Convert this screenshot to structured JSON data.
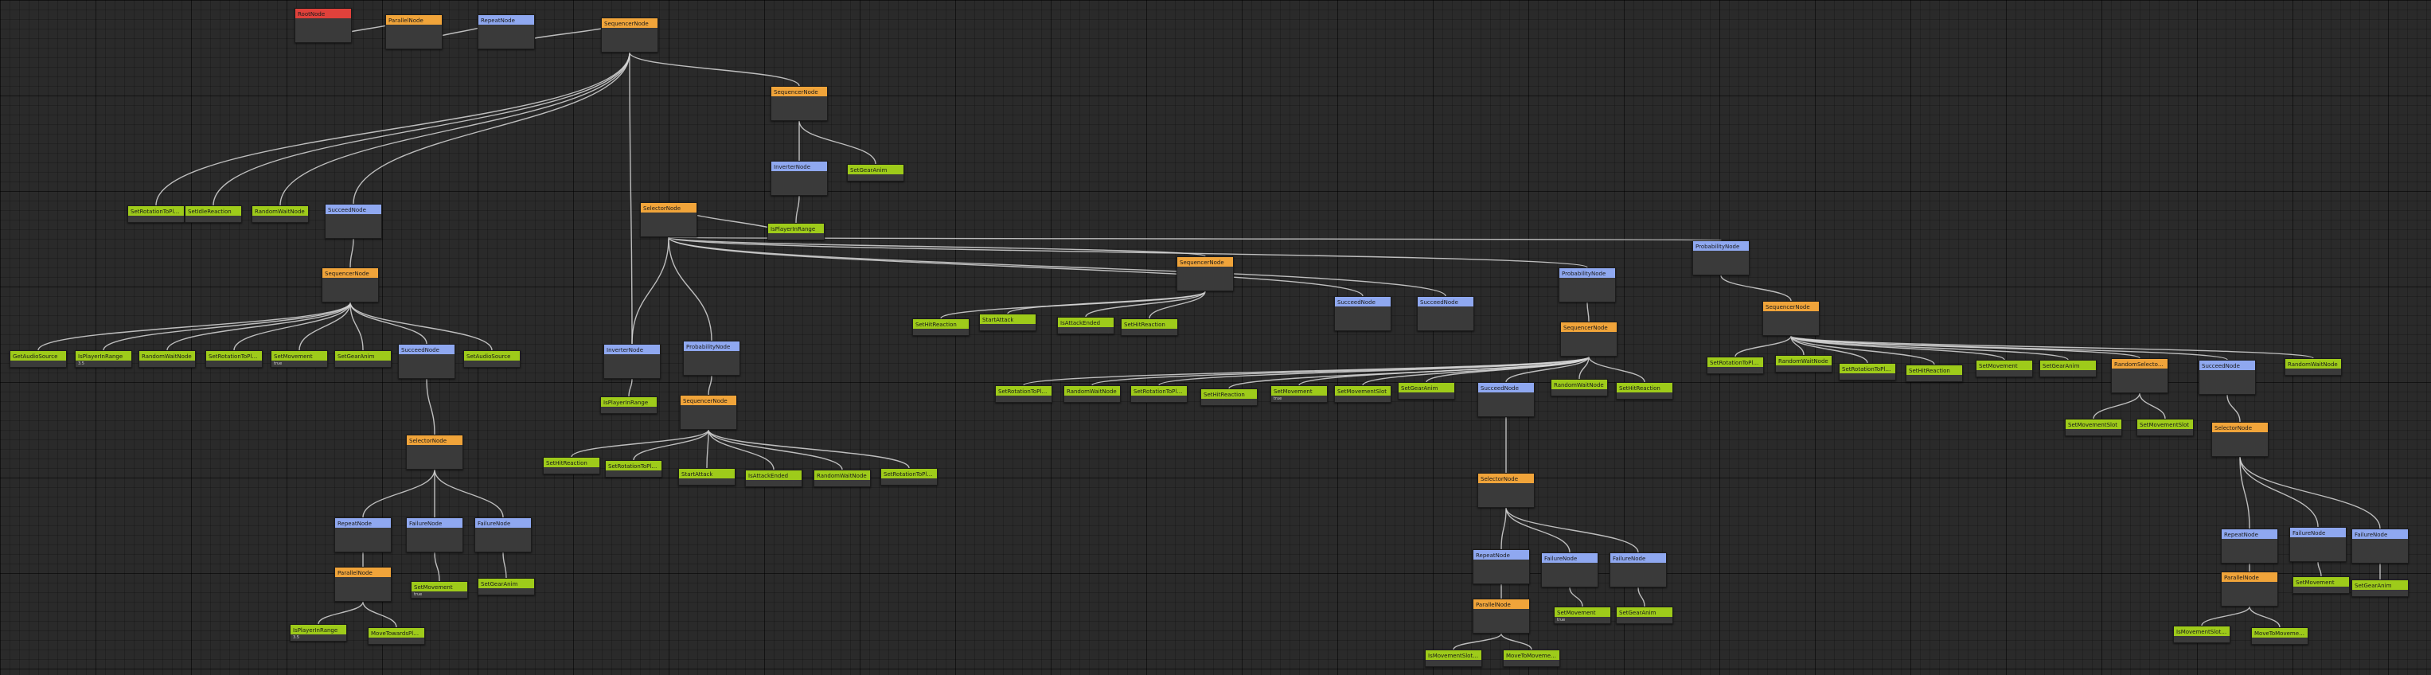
{
  "colors": {
    "root": "#e0413b",
    "composite": "#f0a43a",
    "decorator": "#8fa8f0",
    "leaf": "#9ecb1a",
    "edge": "#d8d8d8"
  },
  "nodes": [
    {
      "id": "n0",
      "label": "RootNode",
      "kind": "root"
    },
    {
      "id": "n1",
      "label": "ParallelNode",
      "kind": "composite"
    },
    {
      "id": "n2",
      "label": "RepeatNode",
      "kind": "decorator"
    },
    {
      "id": "n3",
      "label": "SequencerNode",
      "kind": "composite"
    },
    {
      "id": "n4",
      "label": "SequencerNode",
      "kind": "composite"
    },
    {
      "id": "n5",
      "label": "InverterNode",
      "kind": "decorator"
    },
    {
      "id": "n6",
      "label": "SetGearAnim",
      "kind": "leaf"
    },
    {
      "id": "n7",
      "label": "IsPlayerInRange",
      "kind": "leaf"
    },
    {
      "id": "n8",
      "label": "SetRotationToPlayer",
      "kind": "leaf"
    },
    {
      "id": "n9",
      "label": "SetIdleReaction",
      "kind": "leaf"
    },
    {
      "id": "n10",
      "label": "RandomWaitNode",
      "kind": "leaf"
    },
    {
      "id": "n11",
      "label": "SucceedNode",
      "kind": "decorator"
    },
    {
      "id": "n12",
      "label": "SelectorNode",
      "kind": "composite"
    },
    {
      "id": "n13",
      "label": "SequencerNode",
      "kind": "composite"
    },
    {
      "id": "n14",
      "label": "GetAudioSource",
      "kind": "leaf"
    },
    {
      "id": "n15",
      "label": "IsPlayerInRange",
      "kind": "leaf",
      "sub": "3.5"
    },
    {
      "id": "n16",
      "label": "RandomWaitNode",
      "kind": "leaf"
    },
    {
      "id": "n17",
      "label": "SetRotationToPlayer",
      "kind": "leaf"
    },
    {
      "id": "n18",
      "label": "SetMovement",
      "kind": "leaf",
      "sub": "true"
    },
    {
      "id": "n19",
      "label": "SetGearAnim",
      "kind": "leaf"
    },
    {
      "id": "n20",
      "label": "SucceedNode",
      "kind": "decorator"
    },
    {
      "id": "n21",
      "label": "SetAudioSource",
      "kind": "leaf"
    },
    {
      "id": "n22",
      "label": "SelectorNode",
      "kind": "composite"
    },
    {
      "id": "n23",
      "label": "RepeatNode",
      "kind": "decorator"
    },
    {
      "id": "n24",
      "label": "FailureNode",
      "kind": "decorator"
    },
    {
      "id": "n25",
      "label": "FailureNode",
      "kind": "decorator"
    },
    {
      "id": "n26",
      "label": "ParallelNode",
      "kind": "composite"
    },
    {
      "id": "n27",
      "label": "SetMovement",
      "kind": "leaf",
      "sub": "true"
    },
    {
      "id": "n28",
      "label": "SetGearAnim",
      "kind": "leaf"
    },
    {
      "id": "n29",
      "label": "IsPlayerInRange",
      "kind": "leaf",
      "sub": "3.5"
    },
    {
      "id": "n30",
      "label": "MoveTowardsPlayer",
      "kind": "leaf"
    },
    {
      "id": "n31",
      "label": "InverterNode",
      "kind": "decorator"
    },
    {
      "id": "n32",
      "label": "ProbabilityNode",
      "kind": "decorator"
    },
    {
      "id": "n33",
      "label": "IsPlayerInRange",
      "kind": "leaf"
    },
    {
      "id": "n34",
      "label": "SequencerNode",
      "kind": "composite"
    },
    {
      "id": "n35",
      "label": "SetHitReaction",
      "kind": "leaf"
    },
    {
      "id": "n36",
      "label": "SetRotationToPlayer",
      "kind": "leaf"
    },
    {
      "id": "n37",
      "label": "StartAttack",
      "kind": "leaf"
    },
    {
      "id": "n38",
      "label": "IsAttackEnded",
      "kind": "leaf"
    },
    {
      "id": "n39",
      "label": "RandomWaitNode",
      "kind": "leaf"
    },
    {
      "id": "n40",
      "label": "SetRotationToPlayer",
      "kind": "leaf"
    },
    {
      "id": "n41",
      "label": "SequencerNode",
      "kind": "composite"
    },
    {
      "id": "n42",
      "label": "SetHitReaction",
      "kind": "leaf"
    },
    {
      "id": "n43",
      "label": "StartAttack",
      "kind": "leaf"
    },
    {
      "id": "n44",
      "label": "IsAttackEnded",
      "kind": "leaf"
    },
    {
      "id": "n45",
      "label": "SetHitReaction",
      "kind": "leaf"
    },
    {
      "id": "n46",
      "label": "SucceedNode",
      "kind": "decorator"
    },
    {
      "id": "n47",
      "label": "SucceedNode",
      "kind": "decorator"
    },
    {
      "id": "n48",
      "label": "ProbabilityNode",
      "kind": "decorator"
    },
    {
      "id": "n49",
      "label": "ProbabilityNode",
      "kind": "decorator"
    },
    {
      "id": "n50",
      "label": "SequencerNode",
      "kind": "composite"
    },
    {
      "id": "n51",
      "label": "SetRotationToPlayer",
      "kind": "leaf"
    },
    {
      "id": "n52",
      "label": "RandomWaitNode",
      "kind": "leaf"
    },
    {
      "id": "n53",
      "label": "SetRotationToPlayer",
      "kind": "leaf"
    },
    {
      "id": "n54",
      "label": "SetHitReaction",
      "kind": "leaf"
    },
    {
      "id": "n55",
      "label": "SetMovement",
      "kind": "leaf",
      "sub": "true"
    },
    {
      "id": "n56",
      "label": "SetMovementSlot",
      "kind": "leaf"
    },
    {
      "id": "n57",
      "label": "SetGearAnim",
      "kind": "leaf"
    },
    {
      "id": "n58",
      "label": "SucceedNode",
      "kind": "decorator"
    },
    {
      "id": "n59",
      "label": "RandomWaitNode",
      "kind": "leaf"
    },
    {
      "id": "n60",
      "label": "SetHitReaction",
      "kind": "leaf"
    },
    {
      "id": "n61",
      "label": "SelectorNode",
      "kind": "composite"
    },
    {
      "id": "n62",
      "label": "RepeatNode",
      "kind": "decorator"
    },
    {
      "id": "n63",
      "label": "FailureNode",
      "kind": "decorator"
    },
    {
      "id": "n64",
      "label": "FailureNode",
      "kind": "decorator"
    },
    {
      "id": "n65",
      "label": "ParallelNode",
      "kind": "composite"
    },
    {
      "id": "n66",
      "label": "SetMovement",
      "kind": "leaf",
      "sub": "true"
    },
    {
      "id": "n67",
      "label": "SetGearAnim",
      "kind": "leaf"
    },
    {
      "id": "n68",
      "label": "IsMovementSlotInRange",
      "kind": "leaf"
    },
    {
      "id": "n69",
      "label": "MoveToMovementSlot",
      "kind": "leaf"
    },
    {
      "id": "n70",
      "label": "SequencerNode",
      "kind": "composite"
    },
    {
      "id": "n71",
      "label": "SetRotationToPlayer",
      "kind": "leaf"
    },
    {
      "id": "n72",
      "label": "RandomWaitNode",
      "kind": "leaf"
    },
    {
      "id": "n73",
      "label": "SetRotationToPlayer",
      "kind": "leaf"
    },
    {
      "id": "n74",
      "label": "SetHitReaction",
      "kind": "leaf"
    },
    {
      "id": "n75",
      "label": "SetMovement",
      "kind": "leaf"
    },
    {
      "id": "n76",
      "label": "SetGearAnim",
      "kind": "leaf"
    },
    {
      "id": "n77",
      "label": "RandomSelectorNode",
      "kind": "composite"
    },
    {
      "id": "n78",
      "label": "SucceedNode",
      "kind": "decorator"
    },
    {
      "id": "n79",
      "label": "RandomWaitNode",
      "kind": "leaf"
    },
    {
      "id": "n80",
      "label": "SetMovementSlot",
      "kind": "leaf"
    },
    {
      "id": "n81",
      "label": "SetMovementSlot",
      "kind": "leaf"
    },
    {
      "id": "n82",
      "label": "SelectorNode",
      "kind": "composite"
    },
    {
      "id": "n83",
      "label": "RepeatNode",
      "kind": "decorator"
    },
    {
      "id": "n84",
      "label": "FailureNode",
      "kind": "decorator"
    },
    {
      "id": "n85",
      "label": "FailureNode",
      "kind": "decorator"
    },
    {
      "id": "n86",
      "label": "ParallelNode",
      "kind": "composite"
    },
    {
      "id": "n87",
      "label": "SetMovement",
      "kind": "leaf"
    },
    {
      "id": "n88",
      "label": "SetGearAnim",
      "kind": "leaf"
    },
    {
      "id": "n89",
      "label": "IsMovementSlotInRange",
      "kind": "leaf"
    },
    {
      "id": "n90",
      "label": "MoveToMovementSlot",
      "kind": "leaf"
    }
  ],
  "edges": [
    [
      "n0",
      "n1"
    ],
    [
      "n1",
      "n2"
    ],
    [
      "n2",
      "n3"
    ],
    [
      "n3",
      "n4"
    ],
    [
      "n3",
      "n8"
    ],
    [
      "n3",
      "n9"
    ],
    [
      "n3",
      "n10"
    ],
    [
      "n3",
      "n11"
    ],
    [
      "n3",
      "n31"
    ],
    [
      "n4",
      "n5"
    ],
    [
      "n4",
      "n6"
    ],
    [
      "n5",
      "n7"
    ],
    [
      "n7",
      "n12"
    ],
    [
      "n11",
      "n13"
    ],
    [
      "n13",
      "n14"
    ],
    [
      "n13",
      "n15"
    ],
    [
      "n13",
      "n16"
    ],
    [
      "n13",
      "n17"
    ],
    [
      "n13",
      "n18"
    ],
    [
      "n13",
      "n19"
    ],
    [
      "n13",
      "n20"
    ],
    [
      "n13",
      "n21"
    ],
    [
      "n20",
      "n22"
    ],
    [
      "n22",
      "n23"
    ],
    [
      "n22",
      "n24"
    ],
    [
      "n22",
      "n25"
    ],
    [
      "n23",
      "n26"
    ],
    [
      "n24",
      "n27"
    ],
    [
      "n25",
      "n28"
    ],
    [
      "n26",
      "n29"
    ],
    [
      "n26",
      "n30"
    ],
    [
      "n12",
      "n31"
    ],
    [
      "n12",
      "n32"
    ],
    [
      "n12",
      "n41"
    ],
    [
      "n12",
      "n49"
    ],
    [
      "n31",
      "n33"
    ],
    [
      "n32",
      "n34"
    ],
    [
      "n34",
      "n35"
    ],
    [
      "n34",
      "n36"
    ],
    [
      "n34",
      "n37"
    ],
    [
      "n34",
      "n38"
    ],
    [
      "n34",
      "n39"
    ],
    [
      "n34",
      "n40"
    ],
    [
      "n41",
      "n42"
    ],
    [
      "n41",
      "n43"
    ],
    [
      "n41",
      "n44"
    ],
    [
      "n41",
      "n45"
    ],
    [
      "n12",
      "n46"
    ],
    [
      "n12",
      "n47"
    ],
    [
      "n12",
      "n48"
    ],
    [
      "n48",
      "n50"
    ],
    [
      "n50",
      "n51"
    ],
    [
      "n50",
      "n52"
    ],
    [
      "n50",
      "n53"
    ],
    [
      "n50",
      "n54"
    ],
    [
      "n50",
      "n55"
    ],
    [
      "n50",
      "n56"
    ],
    [
      "n50",
      "n57"
    ],
    [
      "n50",
      "n58"
    ],
    [
      "n50",
      "n59"
    ],
    [
      "n50",
      "n60"
    ],
    [
      "n58",
      "n61"
    ],
    [
      "n61",
      "n62"
    ],
    [
      "n61",
      "n63"
    ],
    [
      "n61",
      "n64"
    ],
    [
      "n62",
      "n65"
    ],
    [
      "n63",
      "n66"
    ],
    [
      "n64",
      "n67"
    ],
    [
      "n65",
      "n68"
    ],
    [
      "n65",
      "n69"
    ],
    [
      "n49",
      "n70"
    ],
    [
      "n70",
      "n71"
    ],
    [
      "n70",
      "n72"
    ],
    [
      "n70",
      "n73"
    ],
    [
      "n70",
      "n74"
    ],
    [
      "n70",
      "n75"
    ],
    [
      "n70",
      "n76"
    ],
    [
      "n70",
      "n77"
    ],
    [
      "n70",
      "n78"
    ],
    [
      "n70",
      "n79"
    ],
    [
      "n77",
      "n80"
    ],
    [
      "n77",
      "n81"
    ],
    [
      "n78",
      "n82"
    ],
    [
      "n82",
      "n83"
    ],
    [
      "n82",
      "n84"
    ],
    [
      "n82",
      "n85"
    ],
    [
      "n83",
      "n86"
    ],
    [
      "n84",
      "n87"
    ],
    [
      "n85",
      "n88"
    ],
    [
      "n86",
      "n89"
    ],
    [
      "n86",
      "n90"
    ]
  ]
}
